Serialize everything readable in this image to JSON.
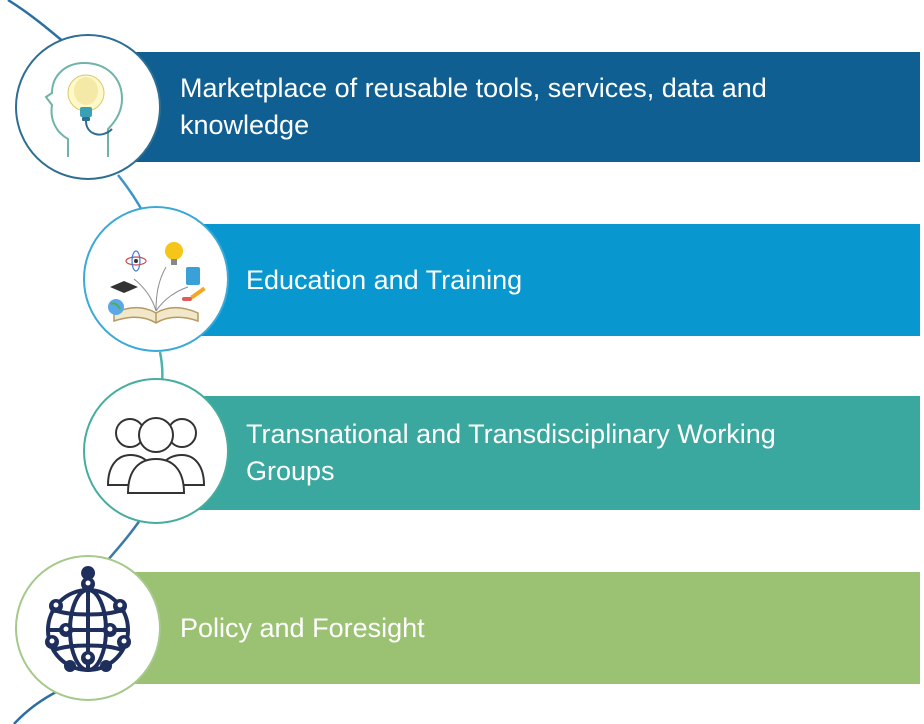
{
  "steps": [
    {
      "label": "Marketplace of reusable tools, services, data and knowledge",
      "band_color": "#0f5f93",
      "icon": "head-lightbulb-icon"
    },
    {
      "label": "Education and Training",
      "band_color": "#0997cf",
      "icon": "open-book-education-icon"
    },
    {
      "label": "Transnational and Transdisciplinary Working Groups",
      "band_color": "#3aa89e",
      "icon": "people-group-icon"
    },
    {
      "label": "Policy and Foresight",
      "band_color": "#9bc273",
      "icon": "globe-network-icon"
    }
  ]
}
